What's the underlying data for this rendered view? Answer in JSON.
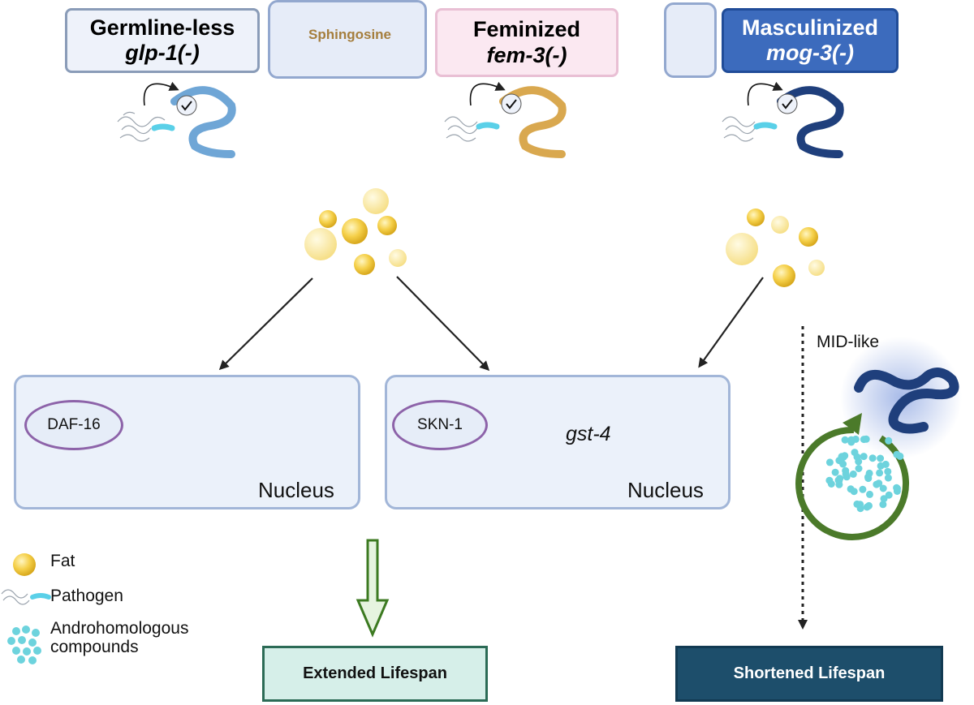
{
  "strains": {
    "germline": {
      "line1": "Germline-less",
      "line2": "glp-1(-)"
    },
    "feminized": {
      "line1": "Feminized",
      "line2": "fem-3(-)"
    },
    "masculinized": {
      "line1": "Masculinized",
      "line2": "mog-3(-)"
    }
  },
  "sphingosine": {
    "label": "Sphingosine",
    "direction": "down"
  },
  "sphingosine_right": {
    "direction": "up"
  },
  "nuclei": {
    "left": {
      "factor": "DAF-16",
      "label": "Nucleus"
    },
    "right": {
      "factor": "SKN-1",
      "label": "Nucleus",
      "gene": "gst-4"
    }
  },
  "mid_label": "MID-like",
  "outcomes": {
    "extended": "Extended Lifespan",
    "shortened": "Shortened Lifespan"
  },
  "legend": {
    "fat": "Fat",
    "pathogen": "Pathogen",
    "andro": "Androhomologous\ncompounds"
  },
  "colors": {
    "worm_germline": "#6fa6d6",
    "worm_feminized": "#d9a84f",
    "worm_masculinized": "#1f3f7c",
    "fat": "#f2c531",
    "andro": "#6dd3dd",
    "cycle": "#4b7a2a"
  },
  "icons": [
    "worm-icon",
    "check-icon",
    "pathogen-icon",
    "fat-droplet-icon",
    "dna-icon",
    "cycle-arrow-icon"
  ]
}
